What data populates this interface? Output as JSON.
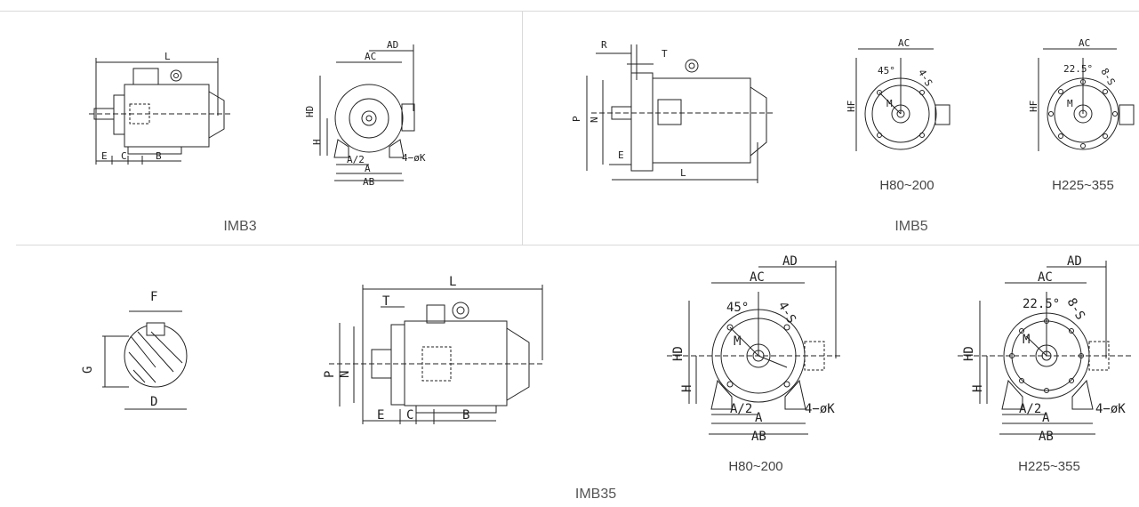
{
  "sections": {
    "imb3": {
      "caption": "IMB3",
      "side_labels": {
        "L": "L",
        "E": "E",
        "C": "C",
        "B": "B"
      },
      "end_labels": {
        "AD": "AD",
        "AC": "AC",
        "HD": "HD",
        "H": "H",
        "A2": "A/2",
        "A": "A",
        "AB": "AB",
        "K": "4−øK"
      }
    },
    "imb5": {
      "caption": "IMB5",
      "side_labels": {
        "R": "R",
        "T": "T",
        "P": "P",
        "N": "N",
        "E": "E",
        "L": "L"
      },
      "view1": {
        "sub": "H80~200",
        "AC": "AC",
        "HF": "HF",
        "deg": "45°",
        "S": "4-S",
        "M": "M"
      },
      "view2": {
        "sub": "H225~355",
        "AC": "AC",
        "HF": "HF",
        "deg": "22.5°",
        "S": "8-S",
        "M": "M"
      }
    },
    "imb35": {
      "caption": "IMB35",
      "shaft_labels": {
        "F": "F",
        "G": "G",
        "D": "D"
      },
      "side_labels": {
        "L": "L",
        "T": "T",
        "P": "P",
        "N": "N",
        "E": "E",
        "C": "C",
        "B": "B"
      },
      "view1": {
        "sub": "H80~200",
        "AD": "AD",
        "AC": "AC",
        "HD": "HD",
        "H": "H",
        "deg": "45°",
        "S": "4-S",
        "M": "M",
        "A2": "A/2",
        "A": "A",
        "AB": "AB",
        "K": "4−øK"
      },
      "view2": {
        "sub": "H225~355",
        "AD": "AD",
        "AC": "AC",
        "HD": "HD",
        "H": "H",
        "deg": "22.5°",
        "S": "8-S",
        "M": "M",
        "A2": "A/2",
        "A": "A",
        "AB": "AB",
        "K": "4−øK"
      }
    }
  }
}
